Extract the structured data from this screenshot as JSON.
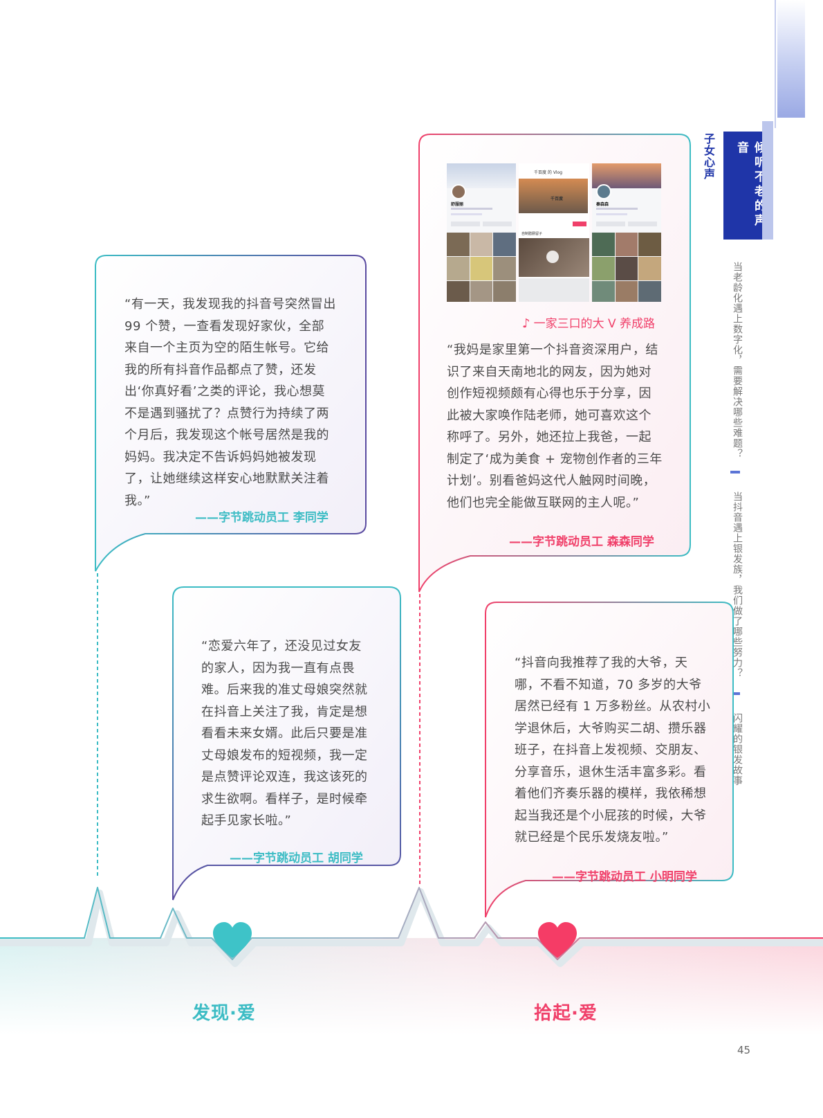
{
  "side": {
    "section_small": "子女心声",
    "section_title": "倾听不老的声音",
    "chapter1": "当老龄化遇上数字化，需要解决哪些难题？",
    "chapter2": "当抖音遇上银发族，我们做了哪些努力？",
    "chapter3": "闪耀的银发故事"
  },
  "bubbles": {
    "left_top": {
      "text": "“有一天，我发现我的抖音号突然冒出 99 个赞，一查看发现好家伙，全部来自一个主页为空的陌生帐号。它给我的所有抖音作品都点了赞，还发出‘你真好看’之类的评论，我心想莫不是遇到骚扰了？点赞行为持续了两个月后，我发现这个帐号居然是我的妈妈。我决定不告诉妈妈她被发现了，让她继续这样安心地默默关注着我。”",
      "attribution": "——字节跳动员工 李同学"
    },
    "left_bottom": {
      "text": "“恋爱六年了，还没见过女友的家人，因为我一直有点畏难。后来我的准丈母娘突然就在抖音上关注了我，肯定是想看看未来女婿。此后只要是准丈母娘发布的短视频，我一定是点赞评论双连，我这该死的求生欲啊。看样子，是时候牵起手见家长啦。”",
      "attribution": "——字节跳动员工 胡同学"
    },
    "right_top": {
      "caption": "一家三口的大 V 养成路",
      "text": "“我妈是家里第一个抖音资深用户，结识了来自天南地北的网友，因为她对创作短视频颇有心得也乐于分享，因此被大家唤作陆老师，她可喜欢这个称呼了。另外，她还拉上我爸，一起制定了‘成为美食 + 宠物创作者的三年计划’。别看爸妈这代人触网时间晚，他们也完全能做互联网的主人呢。”",
      "attribution": "——字节跳动员工 森森同学"
    },
    "right_bottom": {
      "text": "“抖音向我推荐了我的大爷，天哪，不看不知道，70 多岁的大爷居然已经有 1 万多粉丝。从农村小学退休后，大爷购买二胡、攒乐器班子，在抖音上发视频、交朋友、分享音乐，退休生活丰富多彩。看着他们齐奏乐器的模样，我依稀想起当我还是个小屁孩的时候，大爷就已经是个民乐发烧友啦。”",
      "attribution": "——字节跳动员工 小明同学"
    }
  },
  "phones": {
    "p1_name": "舒服丽",
    "p2_title": "千百度 的 Vlog",
    "p2_name": "千百度",
    "p2_section": "自制腊肠留子",
    "p3_name": "秦森森"
  },
  "labels": {
    "left": "发现·爱",
    "right": "拾起·爱"
  },
  "page_number": "45",
  "colors": {
    "teal": "#3cbcc4",
    "pink": "#f0406a",
    "purple": "#5a4aa0",
    "navy": "#1f35a8"
  }
}
